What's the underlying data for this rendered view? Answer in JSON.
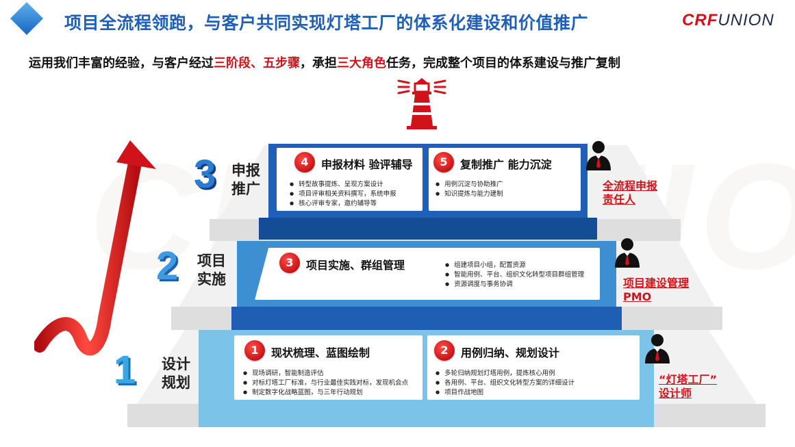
{
  "header": {
    "title": "项目全流程领跑，与客户共同实现灯塔工厂的体系化建设和价值推广",
    "logo": "CRFUNION",
    "logo_parts": {
      "prefix": "CRF",
      "suffix": "UNION"
    }
  },
  "subtitle": {
    "part1": "运用我们丰富的经验，与客户经过",
    "highlight1": "三阶段、五步骤",
    "part2": "，承担",
    "highlight2": "三大角色",
    "part3": "任务，完成整个项目的体系建设与推广复制"
  },
  "watermark": "CRFUNION",
  "colors": {
    "accent_red": "#d0131b",
    "title_blue": "#1f5fb6",
    "tier1": "#7cc3ea",
    "tier2": "#3d8fd2",
    "tier3": "#1f5fb6",
    "step_gray": "#dcdcdc"
  },
  "phases": [
    {
      "number": "1",
      "label_line1": "设计",
      "label_line2": "规划"
    },
    {
      "number": "2",
      "label_line1": "项目",
      "label_line2": "实施"
    },
    {
      "number": "3",
      "label_line1": "申报",
      "label_line2": "推广"
    }
  ],
  "steps": [
    {
      "number": "1",
      "title": "现状梳理、蓝图绘制",
      "bullets": [
        "现场调研，智能制造评估",
        "对标灯塔工厂标准，与行业最佳实践对标，发现机会点",
        "制定数字化战略蓝图，与三年行动规划"
      ]
    },
    {
      "number": "2",
      "title": "用例归纳、规划设计",
      "bullets": [
        "多轮归纳规划灯塔用例，提炼核心用例",
        "各用例、平台、组织文化转型方案的详细设计",
        "项目作战地图"
      ]
    },
    {
      "number": "3",
      "title": "项目实施、群组管理",
      "bullets": [
        "组建项目小组，配置资源",
        "智能用例、平台、组织文化转型项目群组管理",
        "资源调度与事务协调"
      ]
    },
    {
      "number": "4",
      "title": "申报材料 验评辅导",
      "bullets": [
        "转型故事提炼、呈现方案设计",
        "项目评审相关资料撰写，系统申报",
        "核心评审专家，邀约辅导等"
      ]
    },
    {
      "number": "5",
      "title": "复制推广  能力沉淀",
      "bullets": [
        "用例沉淀与协助推广",
        "知识提炼与能力建制"
      ]
    }
  ],
  "roles": [
    {
      "line1": "全流程申报",
      "line2": "责任人",
      "icon": "businessman-icon"
    },
    {
      "line1": "项目建设管理",
      "line2": "PMO",
      "icon": "businessman-icon"
    },
    {
      "line1": "“灯塔工厂”",
      "line2": "设计师",
      "icon": "businessman-icon"
    }
  ]
}
